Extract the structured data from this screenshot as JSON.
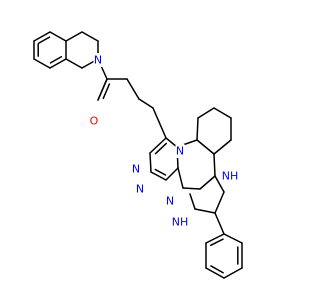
{
  "colors": {
    "background": "#ffffff",
    "bond": "#000000",
    "nitrogen": "#0000ff",
    "oxygen": "#ff0000"
  },
  "atom_labels": {
    "o_carbonyl": "O",
    "n_isoquinoline": "N",
    "n_triazole_right": "N",
    "n_triazole_left": "N",
    "n_triazole_bottom": "N",
    "n_triazole_top": "N",
    "n_bridge": "N",
    "nh_upper": "NH",
    "nh_lower": "NH"
  }
}
